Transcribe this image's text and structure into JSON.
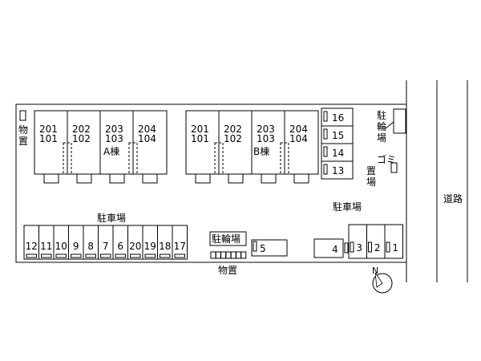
{
  "road_label": "道路",
  "storage_left": "物置",
  "storage_bottom": "物置",
  "bike_parking_bottom": "駐輪場",
  "bike_parking_right": "駐輪場",
  "garbage_label": "ゴミ置場",
  "parking_label_left": "駐車場",
  "parking_label_right": "駐車場",
  "north_label": "N",
  "building_a": {
    "name": "A棟",
    "units": [
      {
        "top": "201",
        "bottom": "101"
      },
      {
        "top": "202",
        "bottom": "102"
      },
      {
        "top": "203",
        "bottom": "103"
      },
      {
        "top": "204",
        "bottom": "104"
      }
    ]
  },
  "building_b": {
    "name": "B棟",
    "units": [
      {
        "top": "201",
        "bottom": "101"
      },
      {
        "top": "202",
        "bottom": "102"
      },
      {
        "top": "203",
        "bottom": "103"
      },
      {
        "top": "204",
        "bottom": "104"
      }
    ]
  },
  "parking_bottom_left": [
    "12",
    "11",
    "10",
    "9",
    "8",
    "7",
    "6",
    "20",
    "19",
    "18",
    "17"
  ],
  "parking_bottom_right": [
    "4",
    "3",
    "2",
    "1"
  ],
  "parking_5": "5",
  "parking_right_column": [
    "16",
    "15",
    "14",
    "13"
  ]
}
